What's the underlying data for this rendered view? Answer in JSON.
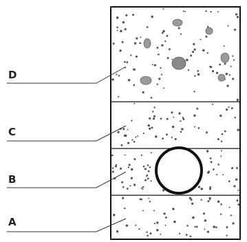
{
  "layers": [
    {
      "id": "D",
      "label": "D",
      "texture": "dots-with-aggregates"
    },
    {
      "id": "C",
      "label": "C",
      "texture": "dots"
    },
    {
      "id": "B",
      "label": "B",
      "texture": "dots-with-circular-opening"
    },
    {
      "id": "A",
      "label": "A",
      "texture": "dots"
    }
  ],
  "colors": {
    "outline": "#111111",
    "dot": "#555555",
    "aggregate": "#888888",
    "background": "#ffffff"
  }
}
